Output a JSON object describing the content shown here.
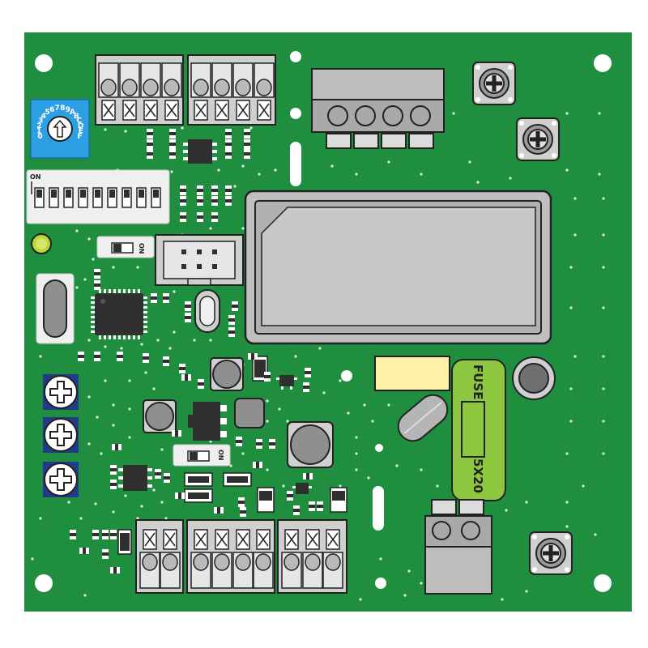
{
  "board": {
    "colors": {
      "pcb": "#1f8f3f",
      "pcb_dot": "#dff2df",
      "component_dark": "#2f2f2f",
      "terminal_grey": "#b9b9b9",
      "white_part": "#efefef",
      "rotary_blue": "#2d9fe3",
      "led_yellow_green": "#bcd63a",
      "fuse_green": "#8dc63f",
      "yellow_block": "#fff2a8",
      "lcd_grey": "#bfbfbf"
    }
  },
  "labels": {
    "rotary_digits": "0123456789ABCDEF",
    "dip_on": "ON",
    "slide_on_1": "ON",
    "slide_on_2": "ON",
    "fuse_title": "FUSE",
    "fuse_size": "5X20"
  },
  "icons": {
    "trimmer": "trimmer-potentiometer-icon",
    "screw": "phillips-screw-icon",
    "rotary": "rotary-switch-icon"
  }
}
